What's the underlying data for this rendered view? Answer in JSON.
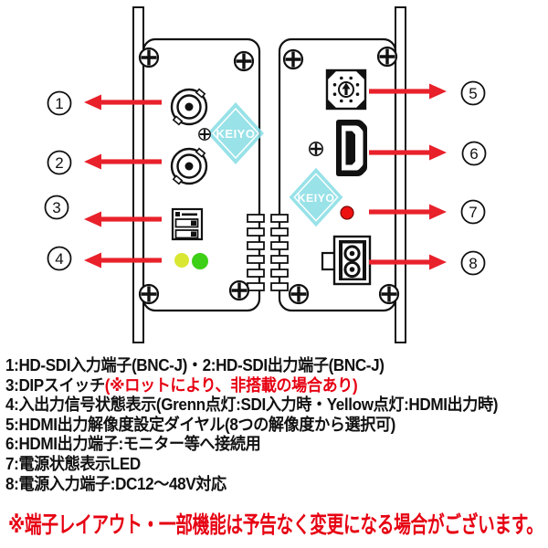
{
  "diagram": {
    "watermark": "KEIYO",
    "callouts": [
      "1",
      "2",
      "3",
      "4",
      "5",
      "6",
      "7",
      "8"
    ],
    "colors": {
      "arrow": "#e8212b",
      "watermark": "#87dde5",
      "led_yellow": "#d9e733",
      "led_green": "#3ecf17",
      "led_red": "#ee1111",
      "red_text": "#e60012"
    }
  },
  "legend": {
    "lines": [
      {
        "text": "1:HD-SDI入力端子(BNC-J)・2:HD-SDI出力端子(BNC-J)",
        "red": ""
      },
      {
        "text": "3:DIPスイッチ",
        "red": "(※ロットにより、非搭載の場合あり)"
      },
      {
        "text": "4:入出力信号状態表示(Grenn点灯:SDI入力時・Yellow点灯:HDMI出力時)",
        "red": ""
      },
      {
        "text": "5:HDMI出力解像度設定ダイヤル(8つの解像度から選択可)",
        "red": ""
      },
      {
        "text": "6:HDMI出力端子:モニター等へ接続用",
        "red": ""
      },
      {
        "text": "7:電源状態表示LED",
        "red": ""
      },
      {
        "text": "8:電源入力端子:DC12〜48V対応",
        "red": ""
      }
    ],
    "disclaimer": "※端子レイアウト・一部機能は予告なく変更になる場合がございます。"
  }
}
